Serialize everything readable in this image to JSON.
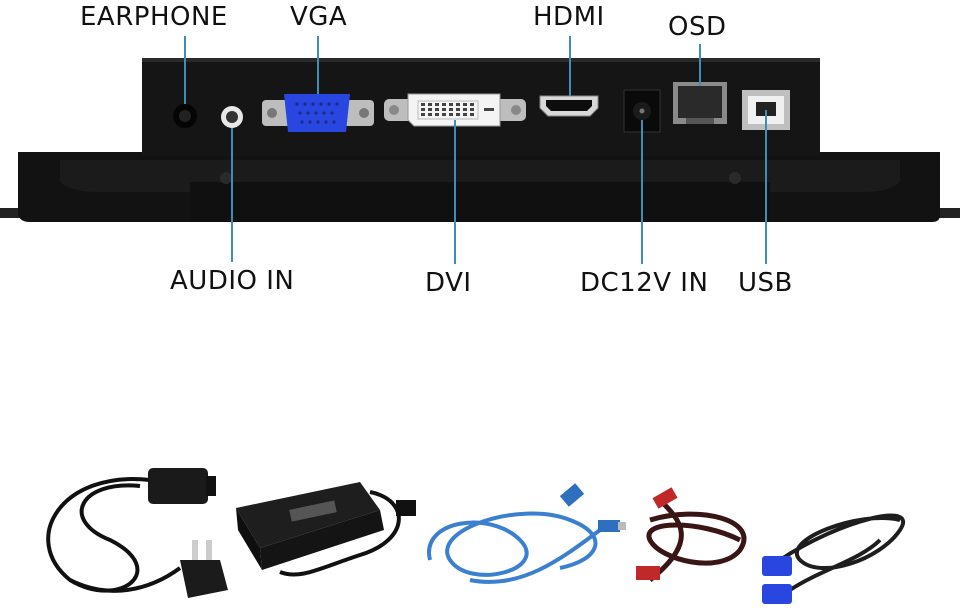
{
  "port_labels": {
    "earphone": "EARPHONE",
    "vga": "VGA",
    "hdmi": "HDMI",
    "osd": "OSD",
    "audio_in": "AUDIO IN",
    "dvi": "DVI",
    "dc12v_in": "DC12V IN",
    "usb": "USB"
  },
  "colors": {
    "panel": "#151515",
    "vga_blue": "#2a46e0",
    "callout_line": "#3d8fb8"
  },
  "accessories": [
    "power-cord",
    "power-adapter",
    "usb-cable",
    "hdmi-cable",
    "vga-cable"
  ]
}
